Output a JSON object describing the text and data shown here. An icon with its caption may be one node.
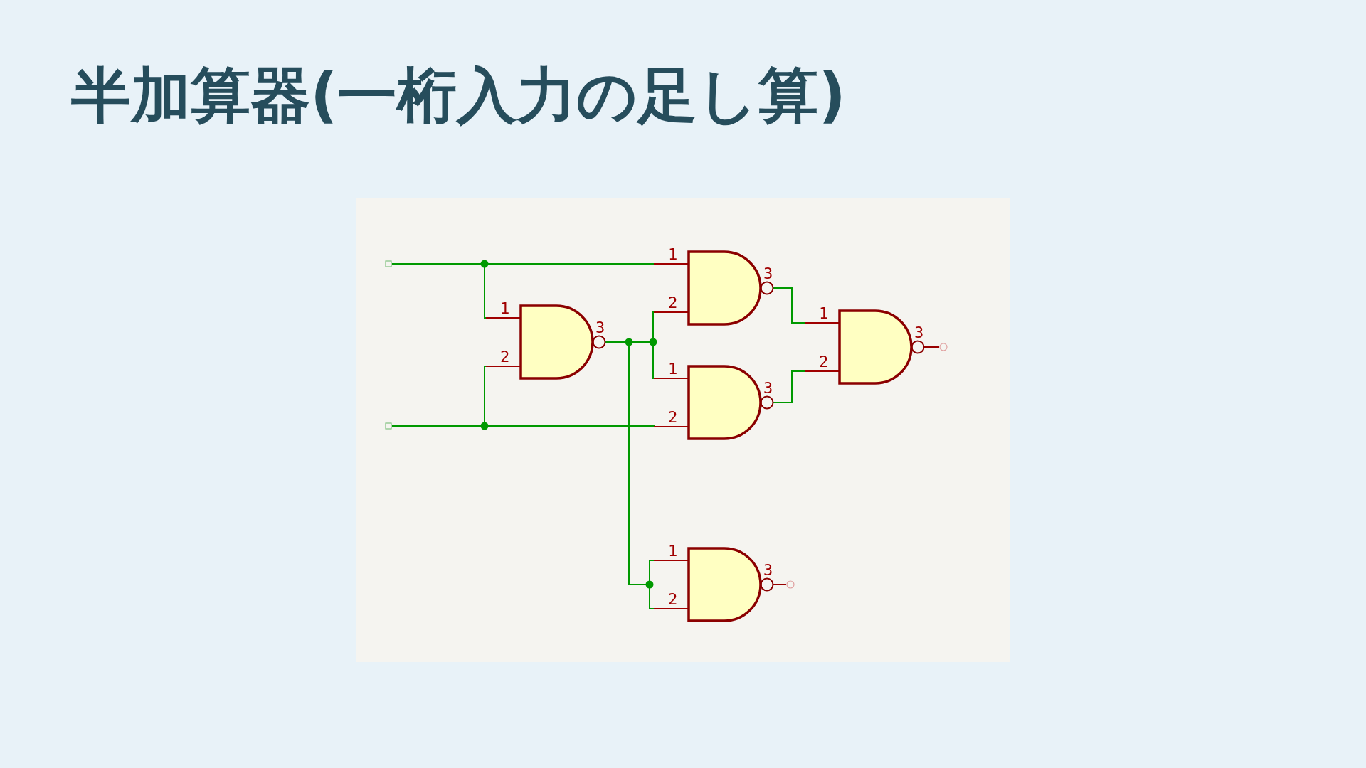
{
  "diagram": {
    "title": "半加算器(一桁入力の足し算)",
    "nodes": [
      {
        "text": [],
        "shape": "box"
      },
      {
        "text": [],
        "shape": "box"
      },
      {
        "text": [],
        "shape": "gate",
        "beside": [
          "1",
          "2",
          "3"
        ]
      },
      {
        "text": [],
        "shape": "gate",
        "beside": [
          "1",
          "2",
          "3"
        ]
      },
      {
        "text": [],
        "shape": "gate",
        "beside": [
          "1",
          "2",
          "3"
        ]
      },
      {
        "text": [],
        "shape": "gate",
        "beside": [
          "1",
          "2",
          "3"
        ]
      },
      {
        "text": [],
        "shape": "gate",
        "beside": [
          "1",
          "2",
          "3"
        ]
      },
      {
        "text": [],
        "shape": "circle"
      },
      {
        "text": [],
        "shape": "circle"
      }
    ],
    "edges": [
      {
        "from": 0,
        "to": 2,
        "arrow": "none"
      },
      {
        "from": 0,
        "to": 3,
        "arrow": "none"
      },
      {
        "from": 1,
        "to": 2,
        "arrow": "none"
      },
      {
        "from": 1,
        "to": 4,
        "arrow": "none"
      },
      {
        "from": 2,
        "to": 3,
        "arrow": "none"
      },
      {
        "from": 2,
        "to": 4,
        "arrow": "none"
      },
      {
        "from": 2,
        "to": 6,
        "arrow": "none"
      },
      {
        "from": 3,
        "to": 5,
        "arrow": "none"
      },
      {
        "from": 4,
        "to": 5,
        "arrow": "none"
      },
      {
        "from": 5,
        "to": 7,
        "arrow": "none",
        "color": "#990000"
      },
      {
        "from": 6,
        "to": 8,
        "arrow": "none",
        "color": "#990000"
      }
    ]
  }
}
